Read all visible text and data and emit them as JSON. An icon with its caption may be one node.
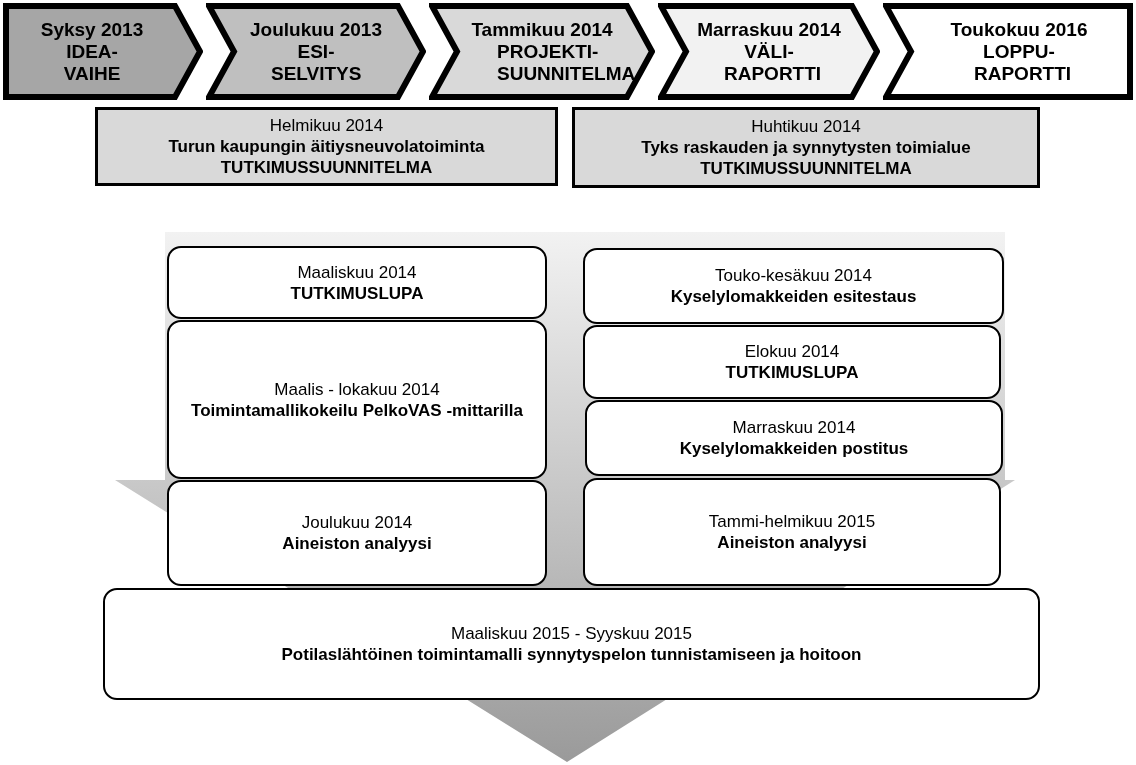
{
  "diagram": {
    "nodes": [
      {
        "text": [
          "Syksy 2013",
          "IDEA-VAIHE"
        ]
      },
      {
        "text": [
          "Joulukuu 2013",
          "ESI-SELVITYS"
        ]
      },
      {
        "text": [
          "Tammikuu 2014",
          "PROJEKTI-SUUNNITELMA"
        ]
      },
      {
        "text": [
          "Marraskuu 2014",
          "VÄLI-RAPORTTI"
        ]
      },
      {
        "text": [
          "Toukokuu 2016",
          "LOPPU-RAPORTTI"
        ]
      },
      {
        "text": [
          "Helmikuu 2014",
          "Turun kaupungin äitiysneuvolatoiminta",
          "TUTKIMUSSUUNNITELMA"
        ]
      },
      {
        "text": [
          "Huhtikuu 2014",
          "Tyks raskauden ja synnytysten toimialue",
          "TUTKIMUSSUUNNITELMA"
        ]
      },
      {
        "text": [
          "Maaliskuu 2014",
          "TUTKIMUSLUPA"
        ]
      },
      {
        "text": [
          "Touko-kesäkuu 2014",
          "Kyselylomakkeiden esitestaus"
        ]
      },
      {
        "text": [
          "Maalis - lokakuu 2014",
          "Toimintamallikokeilu PelkoVAS -mittarilla"
        ]
      },
      {
        "text": [
          "Elokuu 2014",
          "TUTKIMUSLUPA"
        ]
      },
      {
        "text": [
          "Marraskuu 2014",
          "Kyselylomakkeiden postitus"
        ]
      },
      {
        "text": [
          "Joulukuu 2014",
          "Aineiston analyysi"
        ]
      },
      {
        "text": [
          "Tammi-helmikuu 2015",
          "Aineiston analyysi"
        ]
      },
      {
        "text": [
          "Maaliskuu 2015 - Syyskuu 2015",
          "Potilaslähtöinen toimintamalli synnytyspelon tunnistamiseen ja hoitoon"
        ]
      }
    ]
  }
}
